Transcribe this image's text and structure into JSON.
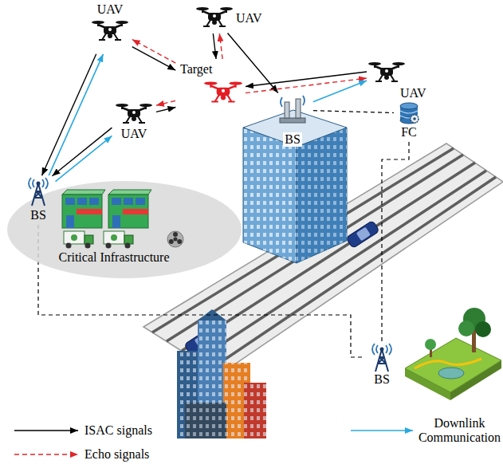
{
  "diagram": {
    "nodes": [
      {
        "text": [
          "UAV"
        ]
      },
      {
        "text": [
          "UAV"
        ]
      },
      {
        "text": [
          "Target"
        ]
      },
      {
        "text": [
          "UAV"
        ]
      },
      {
        "text": [
          "FC"
        ]
      },
      {
        "text": [
          "UAV"
        ]
      },
      {
        "text": [
          "BS"
        ]
      },
      {
        "text": [
          "BS"
        ]
      },
      {
        "text": [
          "Critical Infrastructure"
        ]
      },
      {
        "text": [
          "BS"
        ]
      }
    ],
    "edges": [
      {
        "from": 0,
        "to": 2,
        "arrow": "to"
      },
      {
        "from": 1,
        "to": 2,
        "arrow": "to"
      },
      {
        "from": 3,
        "to": 2,
        "arrow": "to"
      },
      {
        "from": 5,
        "to": 2,
        "arrow": "to"
      },
      {
        "from": 1,
        "to": 6,
        "arrow": "to"
      },
      {
        "from": 0,
        "to": 7,
        "arrow": "to"
      },
      {
        "from": 5,
        "to": 7,
        "arrow": "to"
      },
      {
        "from": 2,
        "to": 0,
        "arrow": "to"
      },
      {
        "from": 2,
        "to": 1,
        "arrow": "to"
      },
      {
        "from": 2,
        "to": 3,
        "arrow": "to"
      },
      {
        "from": 2,
        "to": 5,
        "arrow": "to"
      },
      {
        "from": 7,
        "to": 0,
        "arrow": "to"
      },
      {
        "from": 7,
        "to": 5,
        "arrow": "to"
      },
      {
        "from": 6,
        "to": 3,
        "arrow": "to"
      },
      {
        "from": 6,
        "to": 4,
        "arrow": "none"
      },
      {
        "from": 4,
        "to": 9,
        "arrow": "none"
      },
      {
        "from": 7,
        "to": 9,
        "arrow": "none"
      }
    ],
    "legend": [
      {
        "text": "ISAC signals"
      },
      {
        "text": "Echo signals"
      },
      {
        "text": "Downlink Communication"
      }
    ]
  }
}
